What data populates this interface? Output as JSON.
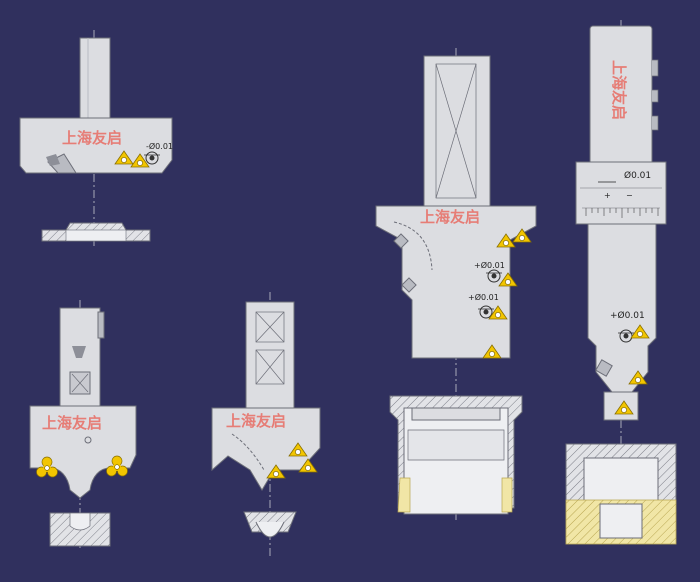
{
  "watermark": "上海友启",
  "colors": {
    "background": "#30305e",
    "body": "#dcdde1",
    "body_dark": "#b9bbc2",
    "outline": "#6c6e78",
    "insert": "#f2c500",
    "watermark": "#e8736b",
    "workpiece_section": "#f1e6a6"
  },
  "labels": {
    "tool1_dim": "-Ø0.01",
    "tool3_dim_a": "+Ø0.01",
    "tool3_dim_b": "+Ø0.01",
    "tool4_dim_top": "Ø0.01",
    "tool4_plus": "+",
    "tool4_minus": "−",
    "tool4_dim_mid": "+Ø0.01"
  }
}
